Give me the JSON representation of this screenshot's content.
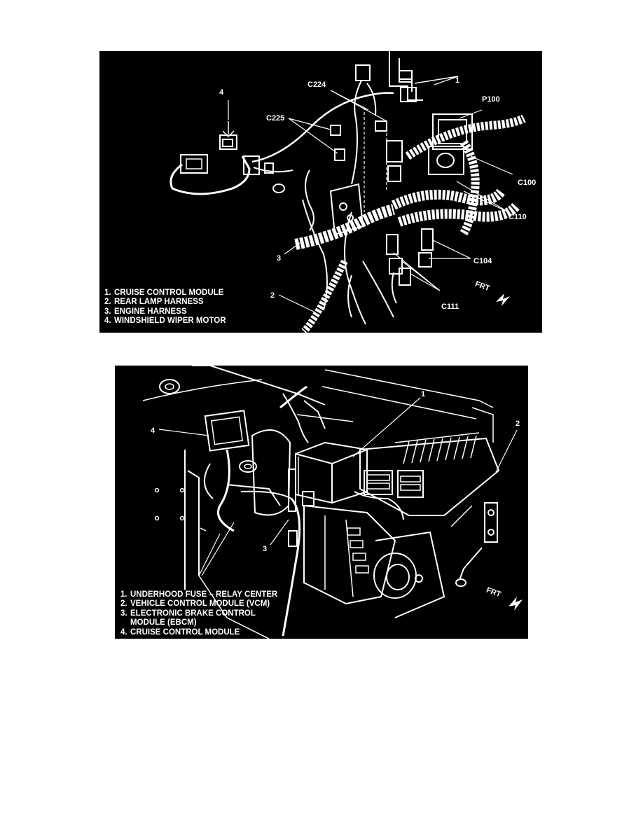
{
  "top_figure": {
    "callouts": {
      "n1": "1",
      "n2": "2",
      "n3": "3",
      "n4": "4",
      "c224": "C224",
      "c225": "C225",
      "p100": "P100",
      "c100": "C100",
      "c110": "C110",
      "c104": "C104",
      "c111": "C111"
    },
    "legend": [
      {
        "num": "1.",
        "text": "CRUISE CONTROL MODULE"
      },
      {
        "num": "2.",
        "text": "REAR LAMP HARNESS"
      },
      {
        "num": "3.",
        "text": "ENGINE HARNESS"
      },
      {
        "num": "4.",
        "text": "WINDSHIELD WIPER MOTOR"
      }
    ],
    "direction": "FRT"
  },
  "bottom_figure": {
    "callouts": {
      "n1": "1",
      "n2": "2",
      "n3": "3",
      "n4": "4"
    },
    "legend": [
      {
        "num": "1.",
        "text": "UNDERHOOD FUSE – RELAY CENTER"
      },
      {
        "num": "2.",
        "text": "VEHICLE CONTROL MODULE (VCM)"
      },
      {
        "num": "3.",
        "text": "ELECTRONIC BRAKE CONTROL"
      },
      {
        "num": "",
        "text": "MODULE (EBCM)"
      },
      {
        "num": "4.",
        "text": "CRUISE CONTROL MODULE"
      }
    ],
    "direction": "FRT"
  }
}
